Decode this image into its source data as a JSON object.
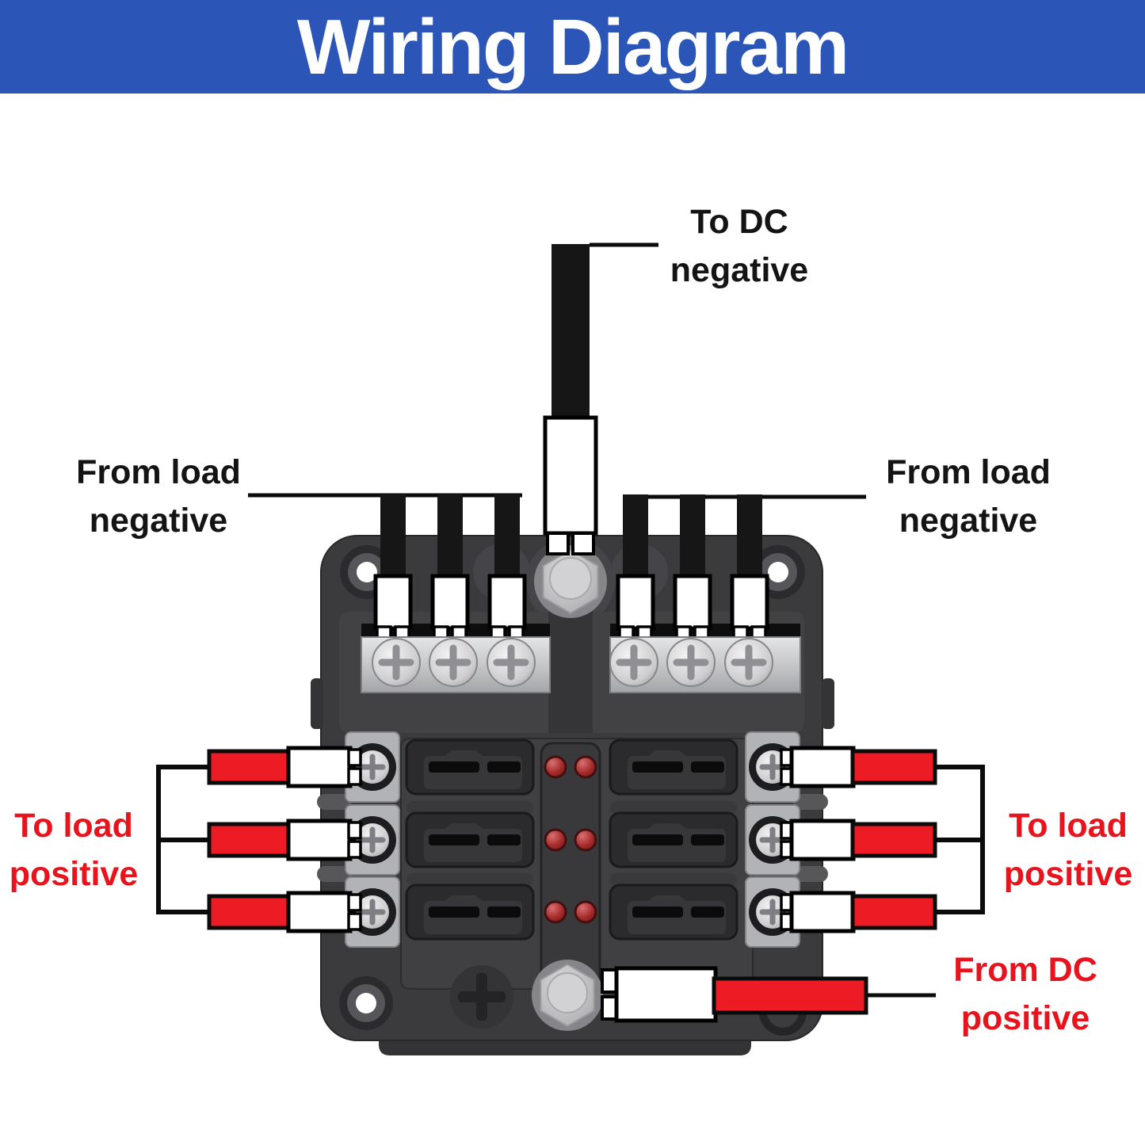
{
  "title": "Wiring Diagram",
  "labels": {
    "dc_negative": {
      "line1": "To DC",
      "line2": "negative"
    },
    "load_negative_left": {
      "line1": "From load",
      "line2": "negative"
    },
    "load_negative_right": {
      "line1": "From load",
      "line2": "negative"
    },
    "load_positive_left": {
      "line1": "To load",
      "line2": "positive"
    },
    "load_positive_right": {
      "line1": "To load",
      "line2": "positive"
    },
    "dc_positive": {
      "line1": "From DC",
      "line2": "positive"
    }
  },
  "colors": {
    "banner": "#2b55b7",
    "title": "#ffffff",
    "label_black": "#141414",
    "label_red": "#e8131c",
    "wire_black": "#161616",
    "wire_red": "#ed1c24",
    "body": "#3b3b3e",
    "metal": "#c6c7c9",
    "led": "#a83030"
  },
  "device": {
    "name": "6-way blade fuse block",
    "fuse_slots": 6,
    "fuse_rows": 3,
    "indicator_leds": 6,
    "negative_bus_screws": 6,
    "load_terminal_screws": 6,
    "black_wires": 7,
    "red_wires": 7
  }
}
